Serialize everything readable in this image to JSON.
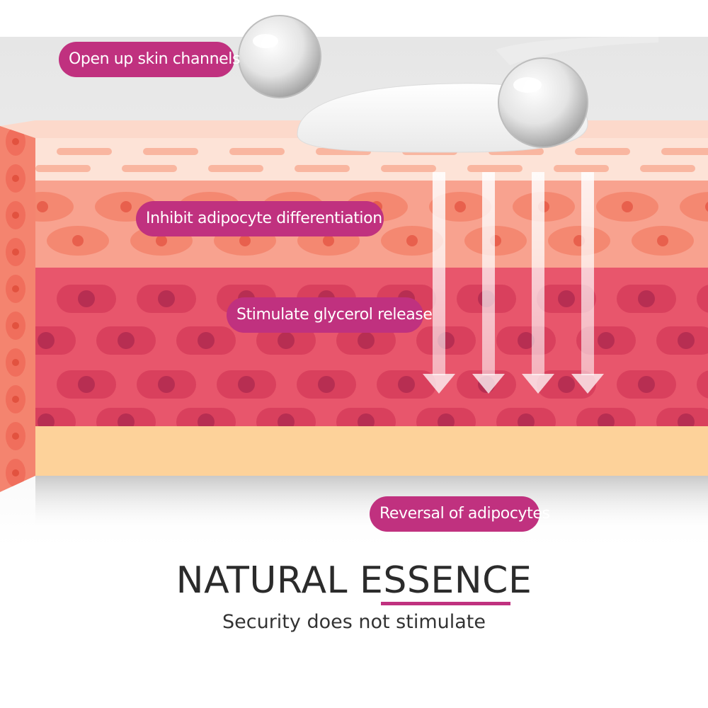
{
  "labels": {
    "open_channels": "Open up skin channels",
    "inhibit": "Inhibit adipocyte differentiation",
    "stimulate": "Stimulate glycerol release",
    "reversal": "Reversal of adipocytes"
  },
  "heading": {
    "title": "NATURAL ESSENCE",
    "subtitle": "Security does not stimulate"
  },
  "colors": {
    "accent": "#c0317f",
    "epidermis": "#fde3d7",
    "dermis": "#f8a28f",
    "fat_layer": "#e8566c",
    "base_layer": "#fdd29a"
  }
}
